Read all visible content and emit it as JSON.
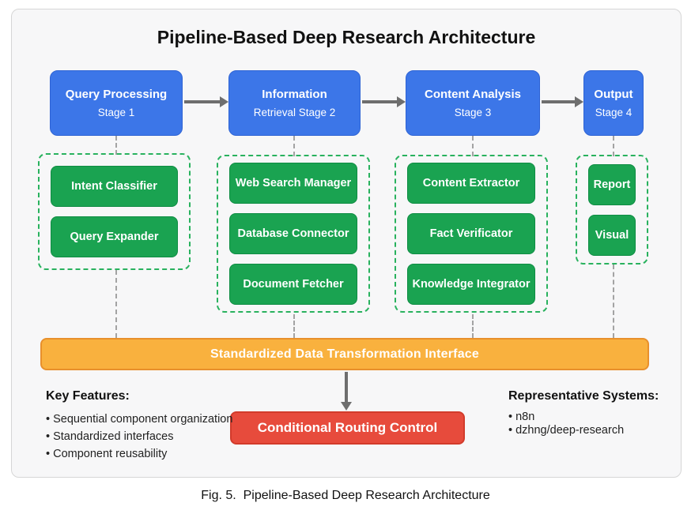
{
  "title": "Pipeline-Based Deep Research Architecture",
  "stages": [
    {
      "title": "Query Processing",
      "subtitle": "Stage 1",
      "components": [
        "Intent Classifier",
        "Query Expander"
      ]
    },
    {
      "title": "Information",
      "subtitle": "Retrieval Stage 2",
      "components": [
        "Web Search Manager",
        "Database Connector",
        "Document Fetcher"
      ]
    },
    {
      "title": "Content Analysis",
      "subtitle": "Stage 3",
      "components": [
        "Content Extractor",
        "Fact Verificator",
        "Knowledge Integrator"
      ]
    },
    {
      "title": "Output",
      "subtitle": "Stage 4",
      "components": [
        "Report",
        "Visual"
      ]
    }
  ],
  "interface_bar": "Standardized Data Transformation Interface",
  "routing_box": "Conditional Routing Control",
  "key_features": {
    "heading": "Key Features:",
    "items": [
      "• Sequential component organization",
      "• Standardized interfaces",
      "• Component reusability"
    ]
  },
  "representative_systems": {
    "heading": "Representative Systems:",
    "items": [
      "• n8n",
      "• dzhng/deep-research"
    ]
  },
  "caption": "Fig. 5.  Pipeline-Based Deep Research Architecture",
  "colors": {
    "stage_blue": "#3c76e8",
    "component_green": "#1aa351",
    "group_dash_green": "#29b25e",
    "interface_orange": "#f9b13e",
    "interface_orange_border": "#e8902c",
    "routing_red": "#e74b3c",
    "arrow_gray": "#6e6e6e",
    "card_background": "#f7f7f8"
  }
}
